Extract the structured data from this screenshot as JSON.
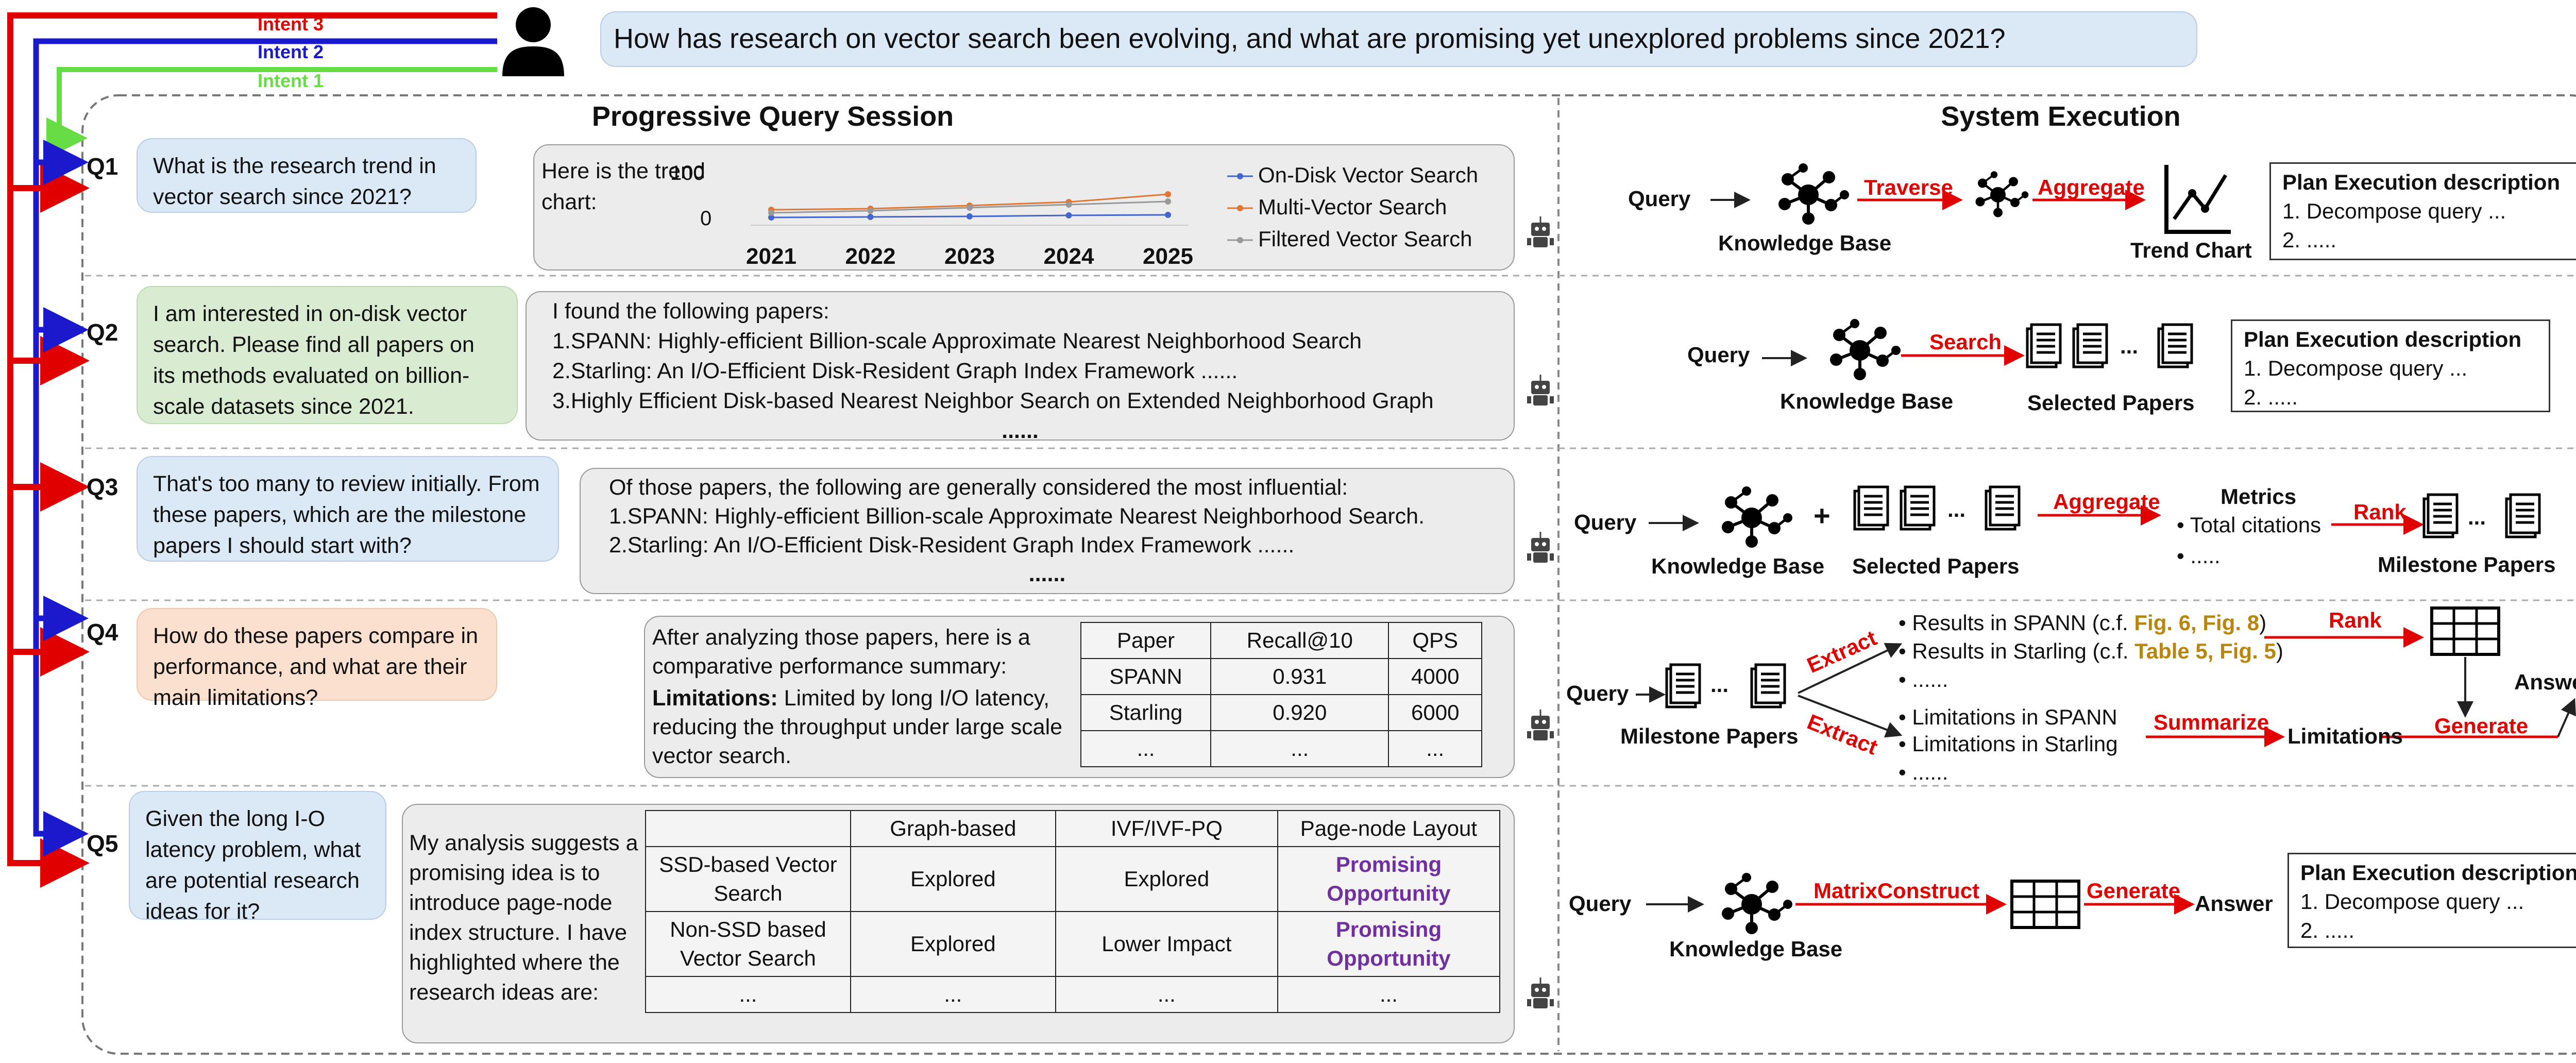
{
  "question": "How has research on vector search been evolving, and what are promising yet unexplored problems since 2021?",
  "intents": [
    "Intent 3",
    "Intent 2",
    "Intent 1"
  ],
  "colors": {
    "intent3": "#e00000",
    "intent2": "#1a1acc",
    "intent1": "#66dd44",
    "highlight": "#e00000",
    "purple": "#7030a0",
    "gold": "#b8860b"
  },
  "left_title": "Progressive Query Session",
  "right_title": "System Execution",
  "queries": [
    {
      "label": "Q1",
      "text": "What is the research trend in vector search since 2021?"
    },
    {
      "label": "Q2",
      "text": "I am interested in on-disk vector search. Please find all papers on its methods evaluated on billion-scale datasets since 2021."
    },
    {
      "label": "Q3",
      "text": "That's too many to review initially. From these papers, which are the milestone papers I should start with?"
    },
    {
      "label": "Q4",
      "text": "How do these papers compare in performance, and what are their main limitations?"
    },
    {
      "label": "Q5",
      "text": "Given the long I-O latency problem, what are potential research ideas for it?"
    }
  ],
  "a1": {
    "intro": "Here is the trend chart:",
    "y_ticks": [
      "100",
      "0"
    ]
  },
  "chart_data": {
    "type": "line",
    "title": "",
    "xlabel": "",
    "ylabel": "",
    "categories": [
      "2021",
      "2022",
      "2023",
      "2024",
      "2025"
    ],
    "ylim": [
      0,
      100
    ],
    "series": [
      {
        "name": "On-Disk Vector Search",
        "color": "#4466cc",
        "values": [
          5,
          6,
          7,
          9,
          10
        ]
      },
      {
        "name": "Multi-Vector Search",
        "color": "#dd7733",
        "values": [
          20,
          22,
          28,
          35,
          50
        ]
      },
      {
        "name": "Filtered Vector Search",
        "color": "#999999",
        "values": [
          14,
          18,
          24,
          30,
          36
        ]
      }
    ]
  },
  "a2": {
    "intro": "I found the following papers:",
    "items": [
      "1.SPANN: Highly-efficient Billion-scale Approximate Nearest Neighborhood Search",
      "2.Starling: An I/O-Efficient Disk-Resident Graph Index Framework ......",
      "3.Highly Efficient Disk-based Nearest Neighbor Search on Extended Neighborhood Graph"
    ],
    "more": "......"
  },
  "a3": {
    "intro": "Of those papers, the following are generally considered the most influential:",
    "items": [
      "1.SPANN: Highly-efficient Billion-scale Approximate Nearest Neighborhood Search.",
      "2.Starling: An I/O-Efficient Disk-Resident Graph Index Framework ......"
    ],
    "more": "......"
  },
  "a4": {
    "intro": "After analyzing those papers, here is a comparative performance summary:",
    "lim_label": "Limitations:",
    "lim_text": " Limited by long I/O latency, reducing the throughput under large scale vector search.",
    "table": {
      "headers": [
        "Paper",
        "Recall@10",
        "QPS"
      ],
      "rows": [
        [
          "SPANN",
          "0.931",
          "4000"
        ],
        [
          "Starling",
          "0.920",
          "6000"
        ],
        [
          "...",
          "...",
          "..."
        ]
      ]
    }
  },
  "a5": {
    "text": "My analysis suggests a promising idea is to introduce page-node index structure. I have highlighted where the research ideas are:",
    "table": {
      "headers": [
        "",
        "Graph-based",
        "IVF/IVF-PQ",
        "Page-node Layout"
      ],
      "rows": [
        [
          "SSD-based Vector Search",
          "Explored",
          "Explored",
          "Promising Opportunity"
        ],
        [
          "Non-SSD based Vector Search",
          "Explored",
          "Lower Impact",
          "Promising Opportunity"
        ],
        [
          "...",
          "...",
          "...",
          "..."
        ]
      ]
    }
  },
  "exec": {
    "query": "Query",
    "kb": "Knowledge Base",
    "traverse": "Traverse",
    "aggregate": "Aggregate",
    "trend_chart": "Trend Chart",
    "search": "Search",
    "selected_papers": "Selected Papers",
    "plus": "+",
    "metrics": "Metrics",
    "total_citations": "• Total citations",
    "bullet_more": "• .....",
    "rank": "Rank",
    "milestone_papers": "Milestone Papers",
    "extract": "Extract",
    "res_spann_a": "• Results in SPANN (c.f. ",
    "res_spann_b": "Fig. 6, Fig. 8",
    "res_spann_c": ")",
    "res_starling_a": "• Results in Starling (c.f. ",
    "res_starling_b": "Table 5, Fig. 5",
    "res_starling_c": ")",
    "dots6": "• ......",
    "lim_spann": "• Limitations in SPANN",
    "lim_starling": "• Limitations in Starling",
    "summarize": "Summarize",
    "limitations": "Limitations",
    "generate": "Generate",
    "answer": "Answer",
    "matrix": "MatrixConstruct",
    "dots_sep": "...",
    "plan_title": "Plan Execution description",
    "plan_1": "1. Decompose query ...",
    "plan_2": "2. ....."
  }
}
